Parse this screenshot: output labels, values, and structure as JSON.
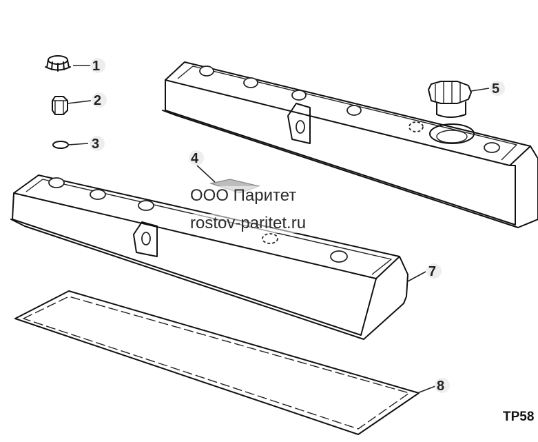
{
  "watermark": {
    "company": "ООО Паритет",
    "site": "rostov-paritet.ru"
  },
  "figure_code": "TP58",
  "callouts": [
    {
      "number": "1",
      "part": "cap-nut-icon"
    },
    {
      "number": "2",
      "part": "hex-nut-icon"
    },
    {
      "number": "3",
      "part": "washer-icon"
    },
    {
      "number": "4",
      "part": "small-part-icon"
    },
    {
      "number": "5",
      "part": "oil-filler-cap-icon"
    },
    {
      "number": "7",
      "part": "valve-cover-icon"
    },
    {
      "number": "8",
      "part": "gasket-icon"
    }
  ]
}
